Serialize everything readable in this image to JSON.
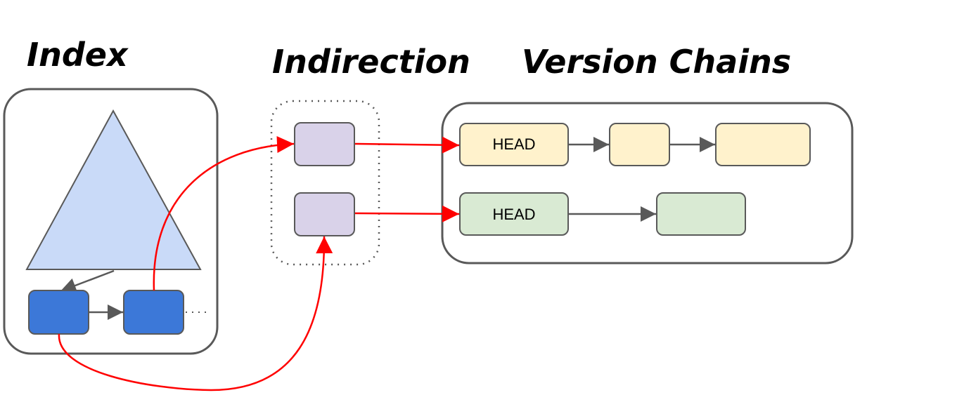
{
  "titles": {
    "index": "Index",
    "indirection": "Indirection",
    "version_chains": "Version Chains"
  },
  "version_chains": {
    "chain_1_head": "HEAD",
    "chain_2_head": "HEAD"
  },
  "colors": {
    "index_triangle": "#c9daf8",
    "index_leaf": "#3c78d8",
    "indirection_slot": "#d9d2e9",
    "chain_1": "#fff2cc",
    "chain_2": "#d9ead3",
    "pointer_arrow": "#ff0000",
    "link_arrow": "#595959",
    "border": "#595959"
  }
}
